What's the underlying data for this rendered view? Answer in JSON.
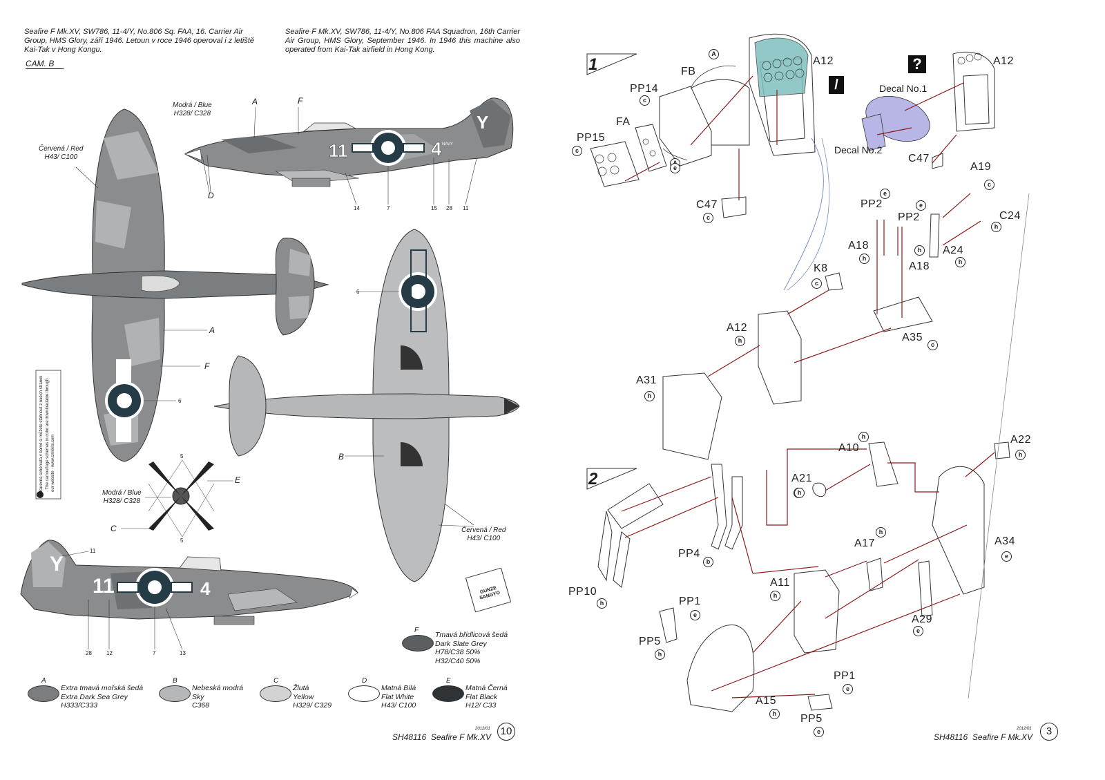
{
  "left_page": {
    "caption_cz": "Seafire F Mk.XV, SW786, 11-4/Y, No.806 Sq. FAA, 16. Carrier Air Group, HMS Glory, září 1946. Letoun v roce 1946 operoval i z letiště Kai-Tak v Hong Kongu.",
    "caption_en": "Seafire F Mk.XV, SW786, 11-4/Y, No.806 FAA Squadron, 16th Carrier Air Group, HMS Glory, September 1946. In 1946 this machine also operated from Kai-Tak airfield in Hong Kong.",
    "camo_label": "CAM. B",
    "labels": {
      "blue_top": "Modrá / Blue",
      "blue_top_code": "H328/ C328",
      "red_left": "Červená / Red",
      "red_left_code": "H43/ C100",
      "blue_prop": "Modrá / Blue",
      "blue_prop_code": "H328/ C328",
      "red_right": "Červená / Red",
      "red_right_code": "H43/ C100",
      "A": "A",
      "F": "F",
      "D": "D",
      "B": "B",
      "C": "C",
      "E": "E",
      "A2": "A",
      "F2": "F"
    },
    "callouts": [
      "14",
      "7",
      "15",
      "28",
      "11",
      "6",
      "6",
      "5",
      "5",
      "11",
      "28",
      "12",
      "7",
      "13"
    ],
    "aircraft_codes": {
      "fuselage_num": "11",
      "fuselage_letter": "4",
      "tail": "Y",
      "navy": "NAVY"
    },
    "website_note": "Barevná schémata v barvě si můžete stáhnout z našich stránek · The camouflage schemes in color are downloadable through our website · www.cmkkits.com",
    "gunze_logo": "GUNZE SANGYO",
    "color_key": [
      {
        "letter": "A",
        "cz": "Extra tmavá mořská šedá",
        "en": "Extra Dark Sea Grey",
        "code": "H333/C333",
        "color": "#7b7d7f"
      },
      {
        "letter": "B",
        "cz": "Nebeská modrá",
        "en": "Sky",
        "code": "C368",
        "color": "#b5b7b8"
      },
      {
        "letter": "C",
        "cz": "Žlutá",
        "en": "Yellow",
        "code": "H329/ C329",
        "color": "#d3d3d3"
      },
      {
        "letter": "D",
        "cz": "Matná Bílá",
        "en": "Flat White",
        "code": "H43/ C100",
        "color": "#ffffff"
      },
      {
        "letter": "E",
        "cz": "Matná Černá",
        "en": "Flat Black",
        "code": "H12/ C33",
        "color": "#2f3336"
      }
    ],
    "color_F": {
      "letter": "F",
      "cz": "Tmavá břidlicová šedá",
      "en": "Dark Slate Grey",
      "code1": "H78/C38 50%",
      "code2": "H32/C40 50%",
      "color": "#5c5f61"
    },
    "footer": {
      "code": "SH48116",
      "name": "Seafire F Mk.XV",
      "date": "2012/01",
      "page": "10"
    }
  },
  "right_page": {
    "step1": "1",
    "step2": "2",
    "decal1": "Decal No.1",
    "decal2": "Decal No.2",
    "parts": [
      "A12",
      "FB",
      "PP14",
      "FA",
      "PP15",
      "C47",
      "A12",
      "C47",
      "A19",
      "PP2",
      "PP2",
      "C24",
      "A18",
      "A18",
      "A24",
      "K8",
      "A12",
      "A35",
      "A31",
      "A10",
      "A22",
      "A21",
      "PP4",
      "A17",
      "A34",
      "PP10",
      "A11",
      "PP1",
      "PP5",
      "A29",
      "PP1",
      "A15",
      "PP5"
    ],
    "glue_marks": [
      "A",
      "A",
      "c",
      "c",
      "c",
      "c",
      "c",
      "e",
      "e",
      "h",
      "h",
      "h",
      "h",
      "h",
      "c",
      "h",
      "h",
      "h",
      "h",
      "b",
      "h",
      "e",
      "h",
      "h",
      "e",
      "h",
      "e",
      "e",
      "h",
      "e",
      "h",
      "e"
    ],
    "footer": {
      "code": "SH48116",
      "name": "Seafire F Mk.XV",
      "date": "2012/01",
      "page": "3"
    }
  }
}
